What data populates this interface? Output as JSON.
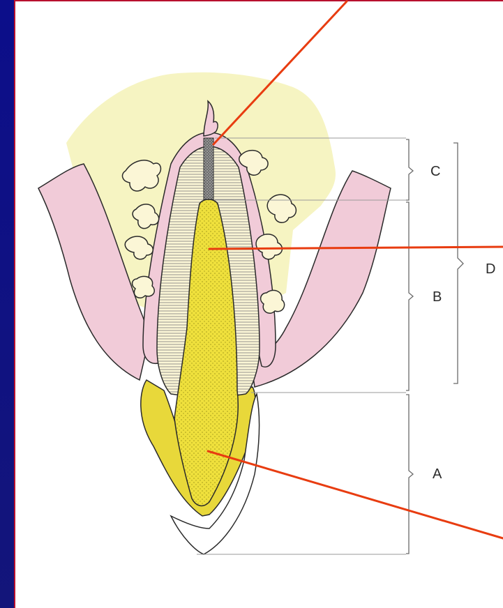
{
  "labels": {
    "c": "C",
    "b": "B",
    "a": "A",
    "d": "D"
  },
  "colors": {
    "background_frame": "#10127a",
    "border": "#b8102e",
    "bone": "#f6f4c2",
    "gingiva": "#f1cbd8",
    "enamel_yellow": "#e8d83a",
    "dentin_lines": "#6b6b6b",
    "pointer_red": "#e83c10",
    "outline": "#2a2a2a"
  }
}
